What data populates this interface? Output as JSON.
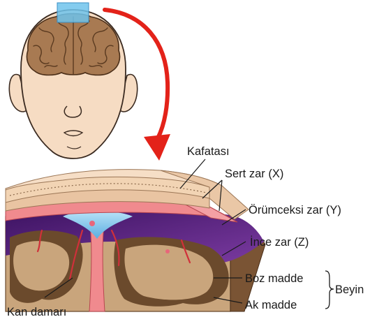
{
  "labels": {
    "skull": "Kafatası",
    "dura": "Sert zar (X)",
    "arachnoid": "Örümceksi zar (Y)",
    "pia": "İnce zar (Z)",
    "grey_matter": "Boz madde",
    "white_matter": "Ak madde",
    "brain": "Beyin",
    "blood_vessel": "Kan damarı"
  },
  "colors": {
    "skin": "#f6dcc3",
    "brain": "#a87a52",
    "arrow": "#e32219",
    "skull": "#e8c6a6",
    "dura": "#f08a8e",
    "csf": "#7ac4ea",
    "grey_matter": "#6b4a2c",
    "white_matter": "#c9a57c",
    "pia": "#5b2a7c"
  }
}
